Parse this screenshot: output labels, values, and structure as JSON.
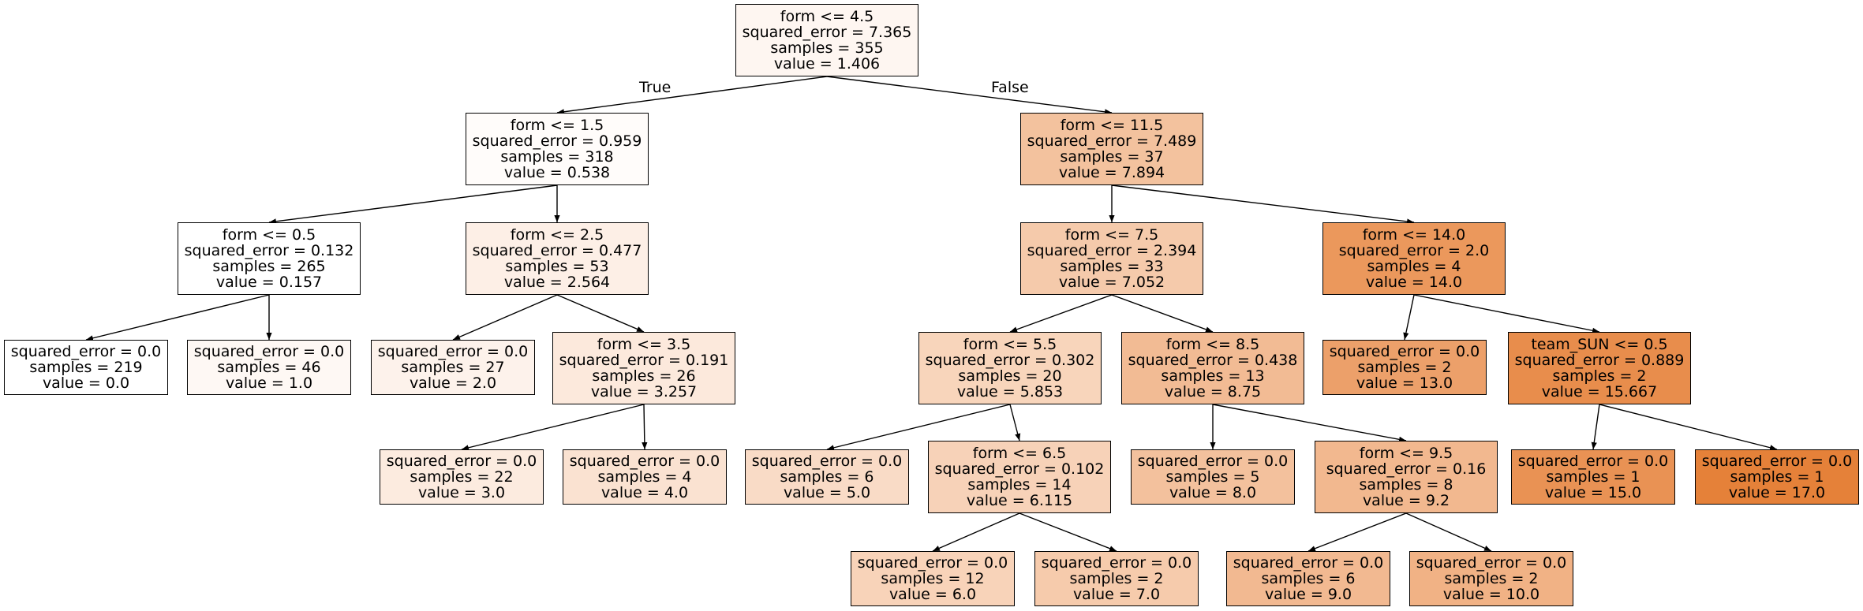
{
  "edge_labels": {
    "true": "True",
    "false": "False"
  },
  "nodes": [
    {
      "id": "n0",
      "split": "form <= 4.5",
      "error": "squared_error = 7.365",
      "samples": "samples = 355",
      "value": "value = 1.406",
      "color": "#fef6f1"
    },
    {
      "id": "n1",
      "split": "form <= 1.5",
      "error": "squared_error = 0.959",
      "samples": "samples = 318",
      "value": "value = 0.538",
      "color": "#fffcfa"
    },
    {
      "id": "n2",
      "split": "form <= 0.5",
      "error": "squared_error = 0.132",
      "samples": "samples = 265",
      "value": "value = 0.157",
      "color": "#ffffff"
    },
    {
      "id": "n3",
      "split": "",
      "error": "squared_error = 0.0",
      "samples": "samples = 219",
      "value": "value = 0.0",
      "color": "#ffffff"
    },
    {
      "id": "n4",
      "split": "",
      "error": "squared_error = 0.0",
      "samples": "samples = 46",
      "value": "value = 1.0",
      "color": "#fef8f4"
    },
    {
      "id": "n5",
      "split": "form <= 2.5",
      "error": "squared_error = 0.477",
      "samples": "samples = 53",
      "value": "value = 2.564",
      "color": "#fdefe6"
    },
    {
      "id": "n6",
      "split": "",
      "error": "squared_error = 0.0",
      "samples": "samples = 27",
      "value": "value = 2.0",
      "color": "#fdf2eb"
    },
    {
      "id": "n7",
      "split": "form <= 3.5",
      "error": "squared_error = 0.191",
      "samples": "samples = 26",
      "value": "value = 3.257",
      "color": "#fce9dc"
    },
    {
      "id": "n8",
      "split": "",
      "error": "squared_error = 0.0",
      "samples": "samples = 22",
      "value": "value = 3.0",
      "color": "#fcebdf"
    },
    {
      "id": "n9",
      "split": "",
      "error": "squared_error = 0.0",
      "samples": "samples = 4",
      "value": "value = 4.0",
      "color": "#fae2d1"
    },
    {
      "id": "n10",
      "split": "form <= 11.5",
      "error": "squared_error = 7.489",
      "samples": "samples = 37",
      "value": "value = 7.894",
      "color": "#f3c29e"
    },
    {
      "id": "n11",
      "split": "form <= 7.5",
      "error": "squared_error = 2.394",
      "samples": "samples = 33",
      "value": "value = 7.052",
      "color": "#f5caab"
    },
    {
      "id": "n12",
      "split": "form <= 5.5",
      "error": "squared_error = 0.302",
      "samples": "samples = 20",
      "value": "value = 5.853",
      "color": "#f8d5bb"
    },
    {
      "id": "n13",
      "split": "",
      "error": "squared_error = 0.0",
      "samples": "samples = 6",
      "value": "value = 5.0",
      "color": "#f9dbc6"
    },
    {
      "id": "n14",
      "split": "form <= 6.5",
      "error": "squared_error = 0.102",
      "samples": "samples = 14",
      "value": "value = 6.115",
      "color": "#f7d2b8"
    },
    {
      "id": "n15",
      "split": "",
      "error": "squared_error = 0.0",
      "samples": "samples = 12",
      "value": "value = 6.0",
      "color": "#f8d3b9"
    },
    {
      "id": "n16",
      "split": "",
      "error": "squared_error = 0.0",
      "samples": "samples = 2",
      "value": "value = 7.0",
      "color": "#f6cbac"
    },
    {
      "id": "n17",
      "split": "form <= 8.5",
      "error": "squared_error = 0.438",
      "samples": "samples = 13",
      "value": "value = 8.75",
      "color": "#f2bb94"
    },
    {
      "id": "n18",
      "split": "",
      "error": "squared_error = 0.0",
      "samples": "samples = 5",
      "value": "value = 8.0",
      "color": "#f3c19d"
    },
    {
      "id": "n19",
      "split": "form <= 9.5",
      "error": "squared_error = 0.16",
      "samples": "samples = 8",
      "value": "value = 9.2",
      "color": "#f2b88f"
    },
    {
      "id": "n20",
      "split": "",
      "error": "squared_error = 0.0",
      "samples": "samples = 6",
      "value": "value = 9.0",
      "color": "#f2b991"
    },
    {
      "id": "n21",
      "split": "",
      "error": "squared_error = 0.0",
      "samples": "samples = 2",
      "value": "value = 10.0",
      "color": "#f1b285"
    },
    {
      "id": "n22",
      "split": "form <= 14.0",
      "error": "squared_error = 2.0",
      "samples": "samples = 4",
      "value": "value = 14.0",
      "color": "#eb985c"
    },
    {
      "id": "n23",
      "split": "",
      "error": "squared_error = 0.0",
      "samples": "samples = 2",
      "value": "value = 13.0",
      "color": "#eca06a"
    },
    {
      "id": "n24",
      "split": "team_SUN <= 0.5",
      "error": "squared_error = 0.889",
      "samples": "samples = 2",
      "value": "value = 15.667",
      "color": "#e88d4c"
    },
    {
      "id": "n25",
      "split": "",
      "error": "squared_error = 0.0",
      "samples": "samples = 1",
      "value": "value = 15.0",
      "color": "#e99254"
    },
    {
      "id": "n26",
      "split": "",
      "error": "squared_error = 0.0",
      "samples": "samples = 1",
      "value": "value = 17.0",
      "color": "#e58139"
    }
  ],
  "edges": [
    [
      "n0",
      "n1"
    ],
    [
      "n0",
      "n10"
    ],
    [
      "n1",
      "n2"
    ],
    [
      "n1",
      "n5"
    ],
    [
      "n2",
      "n3"
    ],
    [
      "n2",
      "n4"
    ],
    [
      "n5",
      "n6"
    ],
    [
      "n5",
      "n7"
    ],
    [
      "n7",
      "n8"
    ],
    [
      "n7",
      "n9"
    ],
    [
      "n10",
      "n11"
    ],
    [
      "n10",
      "n22"
    ],
    [
      "n11",
      "n12"
    ],
    [
      "n11",
      "n17"
    ],
    [
      "n12",
      "n13"
    ],
    [
      "n12",
      "n14"
    ],
    [
      "n14",
      "n15"
    ],
    [
      "n14",
      "n16"
    ],
    [
      "n17",
      "n18"
    ],
    [
      "n17",
      "n19"
    ],
    [
      "n19",
      "n20"
    ],
    [
      "n19",
      "n21"
    ],
    [
      "n22",
      "n23"
    ],
    [
      "n22",
      "n24"
    ],
    [
      "n24",
      "n25"
    ],
    [
      "n24",
      "n26"
    ]
  ]
}
